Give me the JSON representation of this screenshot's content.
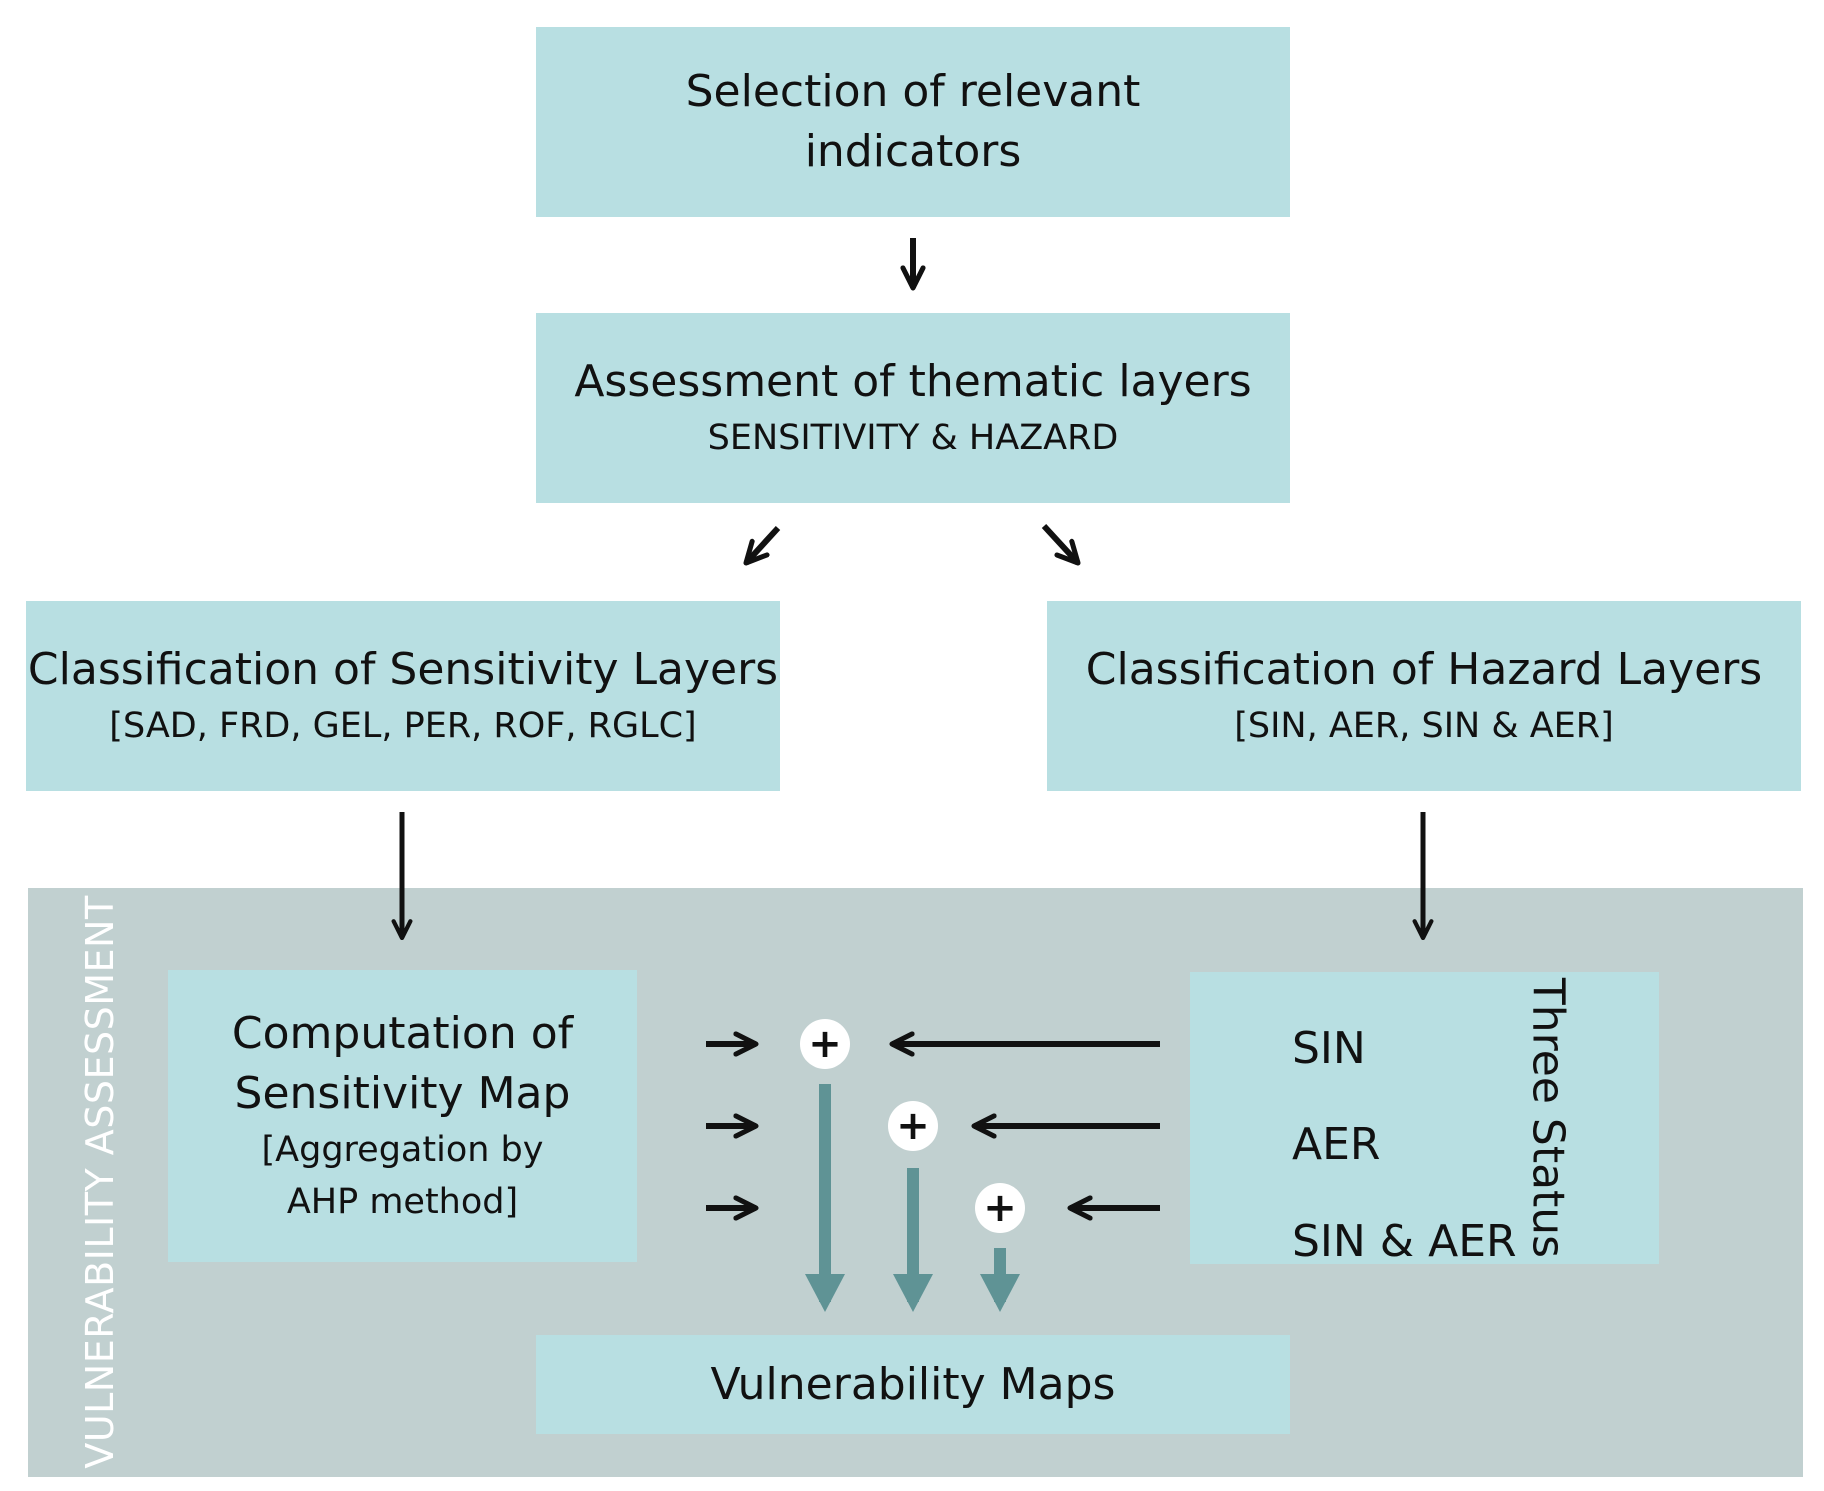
{
  "selection": {
    "line1": "Selection of relevant",
    "line2": "indicators"
  },
  "assessment": {
    "title": "Assessment of thematic layers",
    "subtitle": "SENSITIVITY & HAZARD"
  },
  "sensitivity_layers": {
    "title": "Classification of Sensitivity Layers",
    "items": "[SAD, FRD, GEL, PER, ROF, RGLC]"
  },
  "hazard_layers": {
    "title": "Classification of Hazard Layers",
    "items": "[SIN, AER, SIN & AER]"
  },
  "vulnerability_panel": {
    "label": "VULNERABILITY ASSESSMENT"
  },
  "computation": {
    "line1": "Computation of",
    "line2": "Sensitivity Map",
    "line3": "[Aggregation by",
    "line4": "AHP method]"
  },
  "three_status": {
    "title": "Three Status",
    "items": [
      "SIN",
      "AER",
      "SIN & AER"
    ]
  },
  "operators": {
    "symbol": "+"
  },
  "output": {
    "label": "Vulnerability Maps"
  },
  "colors": {
    "box_fill": "#b8dfe2",
    "panel_fill": "#c1d0d0",
    "flow_arrow": "#5f9395",
    "text": "#111111"
  }
}
